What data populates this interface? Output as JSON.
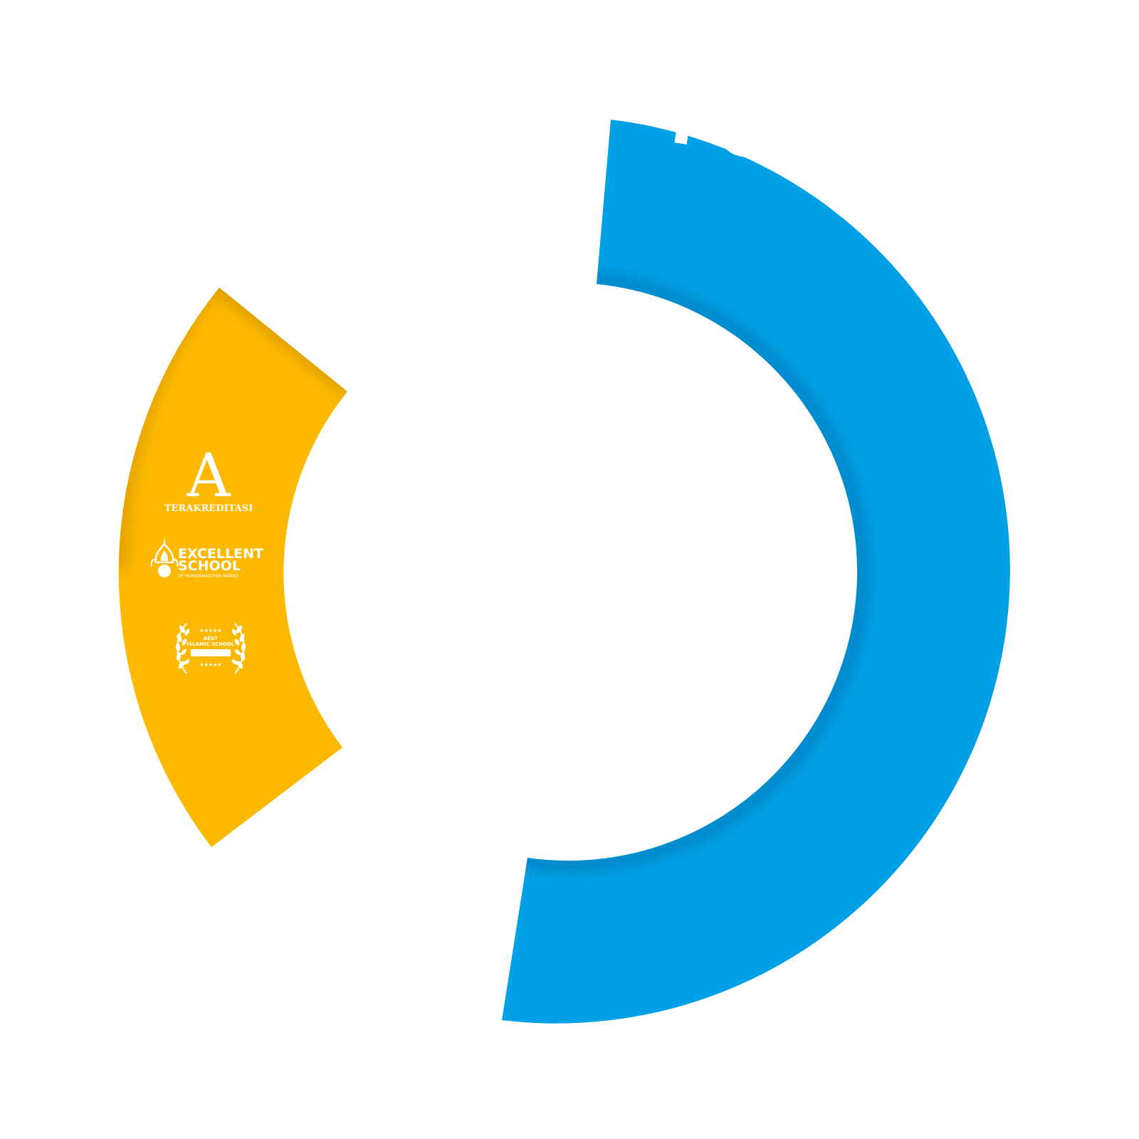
{
  "colors": {
    "blue_band": "#00A0E6",
    "blue_shadow": "#0077B3",
    "gold_band": "#FDB900",
    "gold_shadow": "#C08800",
    "text": "#FFFFFF"
  },
  "blue_band": {
    "title": "Pesantren Mubalighpreneur"
  },
  "gold_band": {
    "badges": [
      {
        "mark": "A",
        "caption": "TERAKREDITASI",
        "icon": "accreditation-a-icon"
      },
      {
        "line1": "EXCELLENT",
        "line2": "SCHOOL",
        "subtitle": "OF MUHAMMADIYAH AWARD",
        "icon": "mosque-dome-icon"
      },
      {
        "line1": "BEST",
        "line2": "ISLAMIC SCHOOL",
        "icon": "laurel-wreath-icon"
      }
    ]
  }
}
